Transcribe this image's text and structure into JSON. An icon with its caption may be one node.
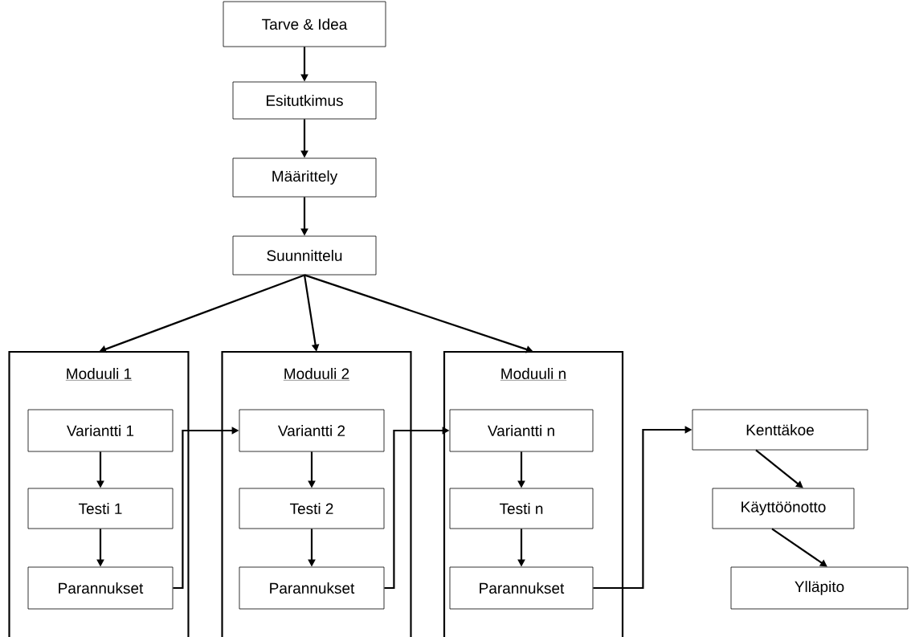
{
  "diagram": {
    "nodes": [
      {
        "text": [
          "Tarve & Idea"
        ]
      },
      {
        "text": [
          "Esitutkimus"
        ]
      },
      {
        "text": [
          "Määrittely"
        ]
      },
      {
        "text": [
          "Suunnittelu"
        ]
      },
      {
        "text": [
          "Moduuli 1"
        ]
      },
      {
        "text": [
          "Variantti 1"
        ],
        "in": 4
      },
      {
        "text": [
          "Testi 1"
        ],
        "in": 4
      },
      {
        "text": [
          "Parannukset"
        ],
        "in": 4
      },
      {
        "text": [
          "Moduuli 2"
        ]
      },
      {
        "text": [
          "Variantti 2"
        ],
        "in": 8
      },
      {
        "text": [
          "Testi 2"
        ],
        "in": 8
      },
      {
        "text": [
          "Parannukset"
        ],
        "in": 8
      },
      {
        "text": [
          "Moduuli n"
        ]
      },
      {
        "text": [
          "Variantti n"
        ],
        "in": 12
      },
      {
        "text": [
          "Testi n"
        ],
        "in": 12
      },
      {
        "text": [
          "Parannukset"
        ],
        "in": 12
      },
      {
        "text": [
          "Kenttäkoe"
        ]
      },
      {
        "text": [
          "Käyttöönotto"
        ]
      },
      {
        "text": [
          "Ylläpito"
        ]
      }
    ],
    "edges": [
      {
        "from": 0,
        "to": 1,
        "arrow": "to"
      },
      {
        "from": 1,
        "to": 2,
        "arrow": "to"
      },
      {
        "from": 2,
        "to": 3,
        "arrow": "to"
      },
      {
        "from": 3,
        "to": 4,
        "arrow": "to"
      },
      {
        "from": 3,
        "to": 8,
        "arrow": "to"
      },
      {
        "from": 3,
        "to": 12,
        "arrow": "to"
      },
      {
        "from": 5,
        "to": 6,
        "arrow": "to"
      },
      {
        "from": 6,
        "to": 7,
        "arrow": "to"
      },
      {
        "from": 7,
        "to": 9,
        "arrow": "to"
      },
      {
        "from": 9,
        "to": 10,
        "arrow": "to"
      },
      {
        "from": 10,
        "to": 11,
        "arrow": "to"
      },
      {
        "from": 11,
        "to": 13,
        "arrow": "to"
      },
      {
        "from": 13,
        "to": 14,
        "arrow": "to"
      },
      {
        "from": 14,
        "to": 15,
        "arrow": "to"
      },
      {
        "from": 15,
        "to": 16,
        "arrow": "to"
      },
      {
        "from": 16,
        "to": 17,
        "arrow": "to"
      },
      {
        "from": 17,
        "to": 18,
        "arrow": "to"
      }
    ]
  }
}
